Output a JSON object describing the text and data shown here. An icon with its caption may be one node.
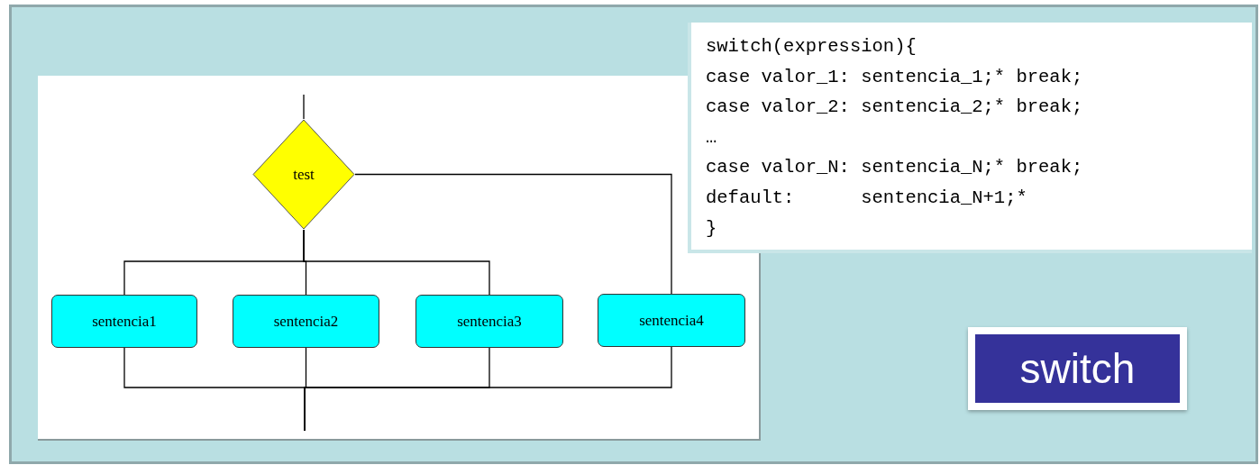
{
  "diagram": {
    "title": "switch",
    "nodes": [
      {
        "text": [
          "test"
        ]
      },
      {
        "text": [
          "sentencia1"
        ]
      },
      {
        "text": [
          "sentencia2"
        ]
      },
      {
        "text": [
          "sentencia3"
        ]
      },
      {
        "text": [
          "sentencia4"
        ]
      }
    ],
    "edges": [
      {
        "from": null,
        "to": 0,
        "arrow": "none"
      },
      {
        "from": 0,
        "to": 1,
        "arrow": "none"
      },
      {
        "from": 0,
        "to": 2,
        "arrow": "none"
      },
      {
        "from": 0,
        "to": 3,
        "arrow": "none"
      },
      {
        "from": 0,
        "to": 4,
        "arrow": "none"
      },
      {
        "from": 1,
        "to": null,
        "arrow": "none"
      },
      {
        "from": 2,
        "to": null,
        "arrow": "none"
      },
      {
        "from": 3,
        "to": null,
        "arrow": "none"
      },
      {
        "from": 4,
        "to": null,
        "arrow": "none"
      }
    ],
    "labels": [
      "switch(expression){",
      "case valor_1: sentencia_1;* break;",
      "case valor_2: sentencia_2;* break;",
      "…",
      "case valor_N: sentencia_N;* break;",
      "default:      sentencia_N+1;*",
      "}"
    ]
  }
}
